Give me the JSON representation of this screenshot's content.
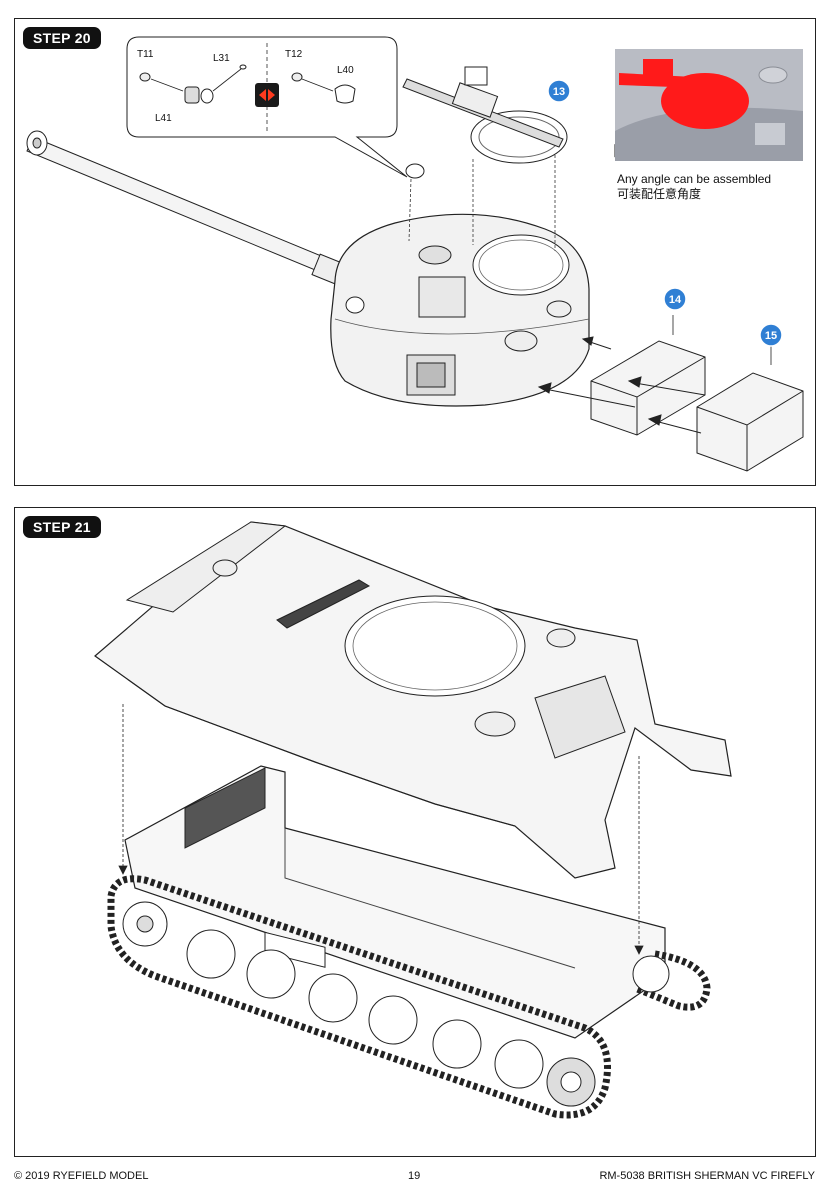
{
  "step20": {
    "badge": "STEP 20",
    "parts": {
      "t11": "T11",
      "l31": "L31",
      "l41": "L41",
      "t12": "T12",
      "l40": "L40"
    },
    "callouts": [
      "13",
      "14",
      "15"
    ],
    "note_en": "Any angle can be assembled",
    "note_zh": "可装配任意角度",
    "accent_color": "#ff1a1a",
    "callout_color": "#2f7fd4"
  },
  "step21": {
    "badge": "STEP 21"
  },
  "footer": {
    "copyright": "© 2019 RYEFIELD MODEL",
    "page_number": "19",
    "title": "RM-5038 BRITISH SHERMAN VC FIREFLY"
  }
}
